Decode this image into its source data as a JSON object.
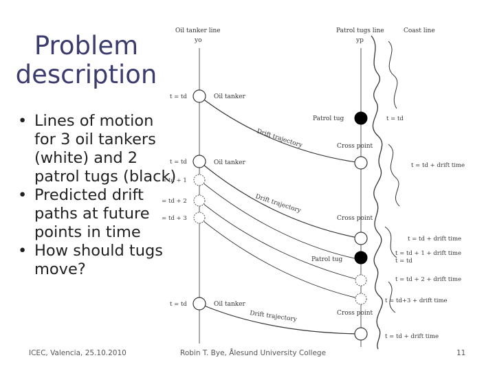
{
  "slide": {
    "title": "Problem description",
    "bullets": [
      "Lines of motion for 3 oil tankers (white) and 2 patrol tugs (black)",
      "Predicted drift paths at future points in time",
      "How should tugs move?"
    ]
  },
  "footer": {
    "left": "ICEC, Valencia, 25.10.2010",
    "center": "Robin T. Bye, Ålesund University College",
    "page": "11"
  },
  "diagram": {
    "header_oil_line": "Oil tanker line",
    "header_oil_sym": "yo",
    "header_patrol_line": "Patrol tugs line",
    "header_patrol_sym": "yp",
    "header_coast_line": "Coast line",
    "t_td": "t = td",
    "t_td1": "t = td + 1",
    "t_td2": "t = td + 2",
    "t_td3": "t = td + 3",
    "oil_tanker": "Oil tanker",
    "patrol_tug": "Patrol tug",
    "drift_trajectory": "Drift trajectory",
    "cross_point": "Cross point",
    "t_drift": "t = td + drift time",
    "t_1_drift": "t = td + 1 + drift time",
    "t_2_drift": "t = td + 2 + drift time",
    "t_3_drift": "t = td+3 + drift time",
    "colors": {
      "tug_fill": "#000000",
      "tanker_fill": "#ffffff",
      "line": "#444444"
    }
  }
}
